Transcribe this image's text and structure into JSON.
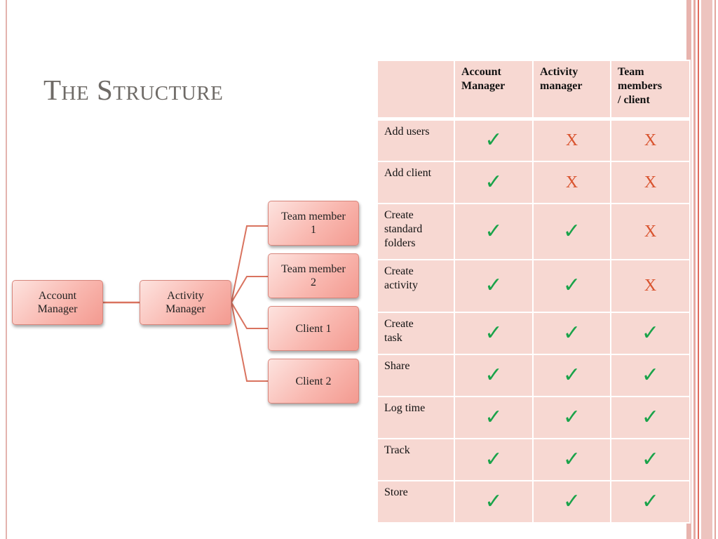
{
  "title": "The Structure",
  "diagram": {
    "root": "Account\nManager",
    "middle": "Activity\nManager",
    "children": [
      "Team member\n1",
      "Team member\n2",
      "Client 1",
      "Client 2"
    ]
  },
  "table": {
    "headers": [
      "",
      "Account\nManager",
      "Activity\nmanager",
      "Team\nmembers\n/ client"
    ],
    "rows": [
      {
        "label": "Add users",
        "marks": [
          "check",
          "X",
          "X"
        ]
      },
      {
        "label": "Add client",
        "marks": [
          "check",
          "X",
          "X"
        ]
      },
      {
        "label": "Create\nstandard\nfolders",
        "marks": [
          "check",
          "check",
          "X"
        ]
      },
      {
        "label": "Create\nactivity",
        "marks": [
          "check",
          "check",
          "X"
        ]
      },
      {
        "label": "Create\ntask",
        "marks": [
          "check",
          "check",
          "check"
        ]
      },
      {
        "label": "Share",
        "marks": [
          "check",
          "check",
          "check"
        ]
      },
      {
        "label": "Log time",
        "marks": [
          "check",
          "check",
          "check"
        ]
      },
      {
        "label": "Track",
        "marks": [
          "check",
          "check",
          "check"
        ]
      },
      {
        "label": "Store",
        "marks": [
          "check",
          "check",
          "check"
        ]
      }
    ]
  },
  "symbols": {
    "check": "✓",
    "cross": "X"
  },
  "colors": {
    "check": "#1aa34a",
    "cross": "#d9542f",
    "node": "#f9b8b0",
    "cell": "#f7d8d2",
    "connector": "#d9735f"
  }
}
